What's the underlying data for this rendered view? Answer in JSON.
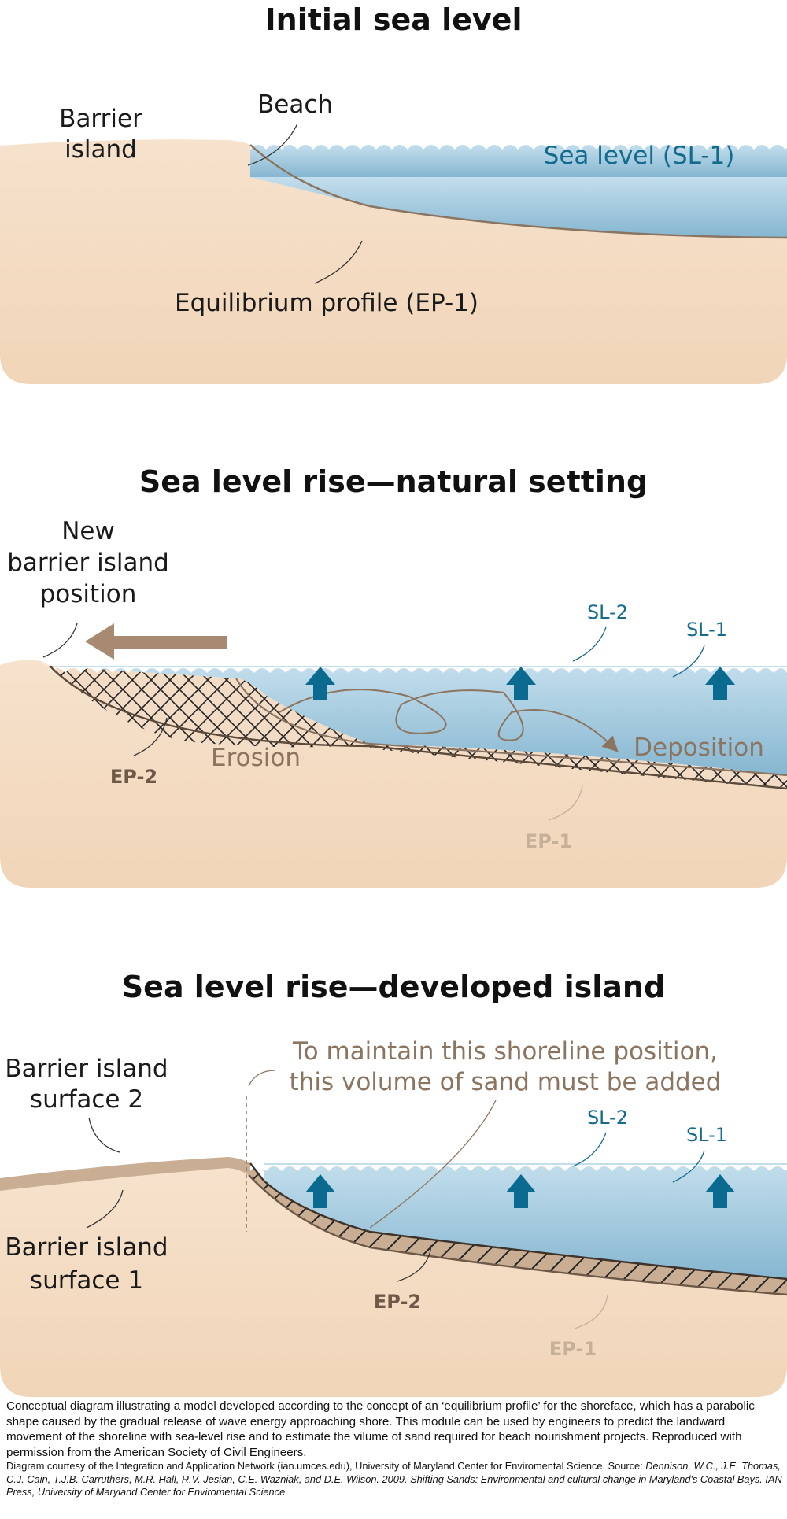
{
  "panels": [
    {
      "title": "Initial sea level",
      "labels": {
        "barrier_island_1": "Barrier",
        "barrier_island_2": "island",
        "beach": "Beach",
        "sea_level": "Sea level (SL-1)",
        "equilibrium_profile": "Equilibrium profile (EP-1)"
      }
    },
    {
      "title": "Sea level rise—natural setting",
      "labels": {
        "new_position_1": "New",
        "new_position_2": "barrier island",
        "new_position_3": "position",
        "sl2": "SL-2",
        "sl1": "SL-1",
        "erosion": "Erosion",
        "deposition": "Deposition",
        "ep2": "EP-2",
        "ep1": "EP-1"
      }
    },
    {
      "title": "Sea level rise—developed island",
      "labels": {
        "note_1": "To maintain this shoreline position,",
        "note_2": "this volume of sand must be added",
        "surface2_1": "Barrier island",
        "surface2_2": "surface 2",
        "surface1_1": "Barrier island",
        "surface1_2": "surface 1",
        "sl2": "SL-2",
        "sl1": "SL-1",
        "ep2": "EP-2",
        "ep1": "EP-1"
      }
    }
  ],
  "caption": {
    "main": "Conceptual diagram illustrating a model developed according to the concept of an ‘equilibrium profile’ for the shoreface, which has a parabolic shape caused by the gradual release of wave energy approaching shore. This module can be used by engineers to predict the landward movement of the shoreline with sea-level rise and to estimate the vilume of sand required for beach nourishment projects. Reproduced with permission from the American Society of Civil Engineers.",
    "credit": "Diagram courtesy of the Integration and Application Network (ian.umces.edu), University of Maryland Center for Enviromental Science. Source: ",
    "source_normal": "Dennison, W.C., J.E. Thomas, C.J. Cain, T.J.B. Carruthers,  M.R. Hall, R.V. Jesian, C.E. Wazniak, and D.E. Wilson. 2009. ",
    "source_italic": "Shifting Sands: Environmental and cultural change in Maryland's Coastal Bays.",
    "source_tail": " IAN Press, University of Maryland Center for Enviromental Science"
  },
  "colors": {
    "sand": "#f1d7bd",
    "water_top": "#c0dcea",
    "water_bottom": "#86b7d2",
    "sea_text": "#136b8e",
    "arrow_blue": "#0a6a8f",
    "brown_text": "#8c7560",
    "brown_arrow": "#a88a72"
  }
}
